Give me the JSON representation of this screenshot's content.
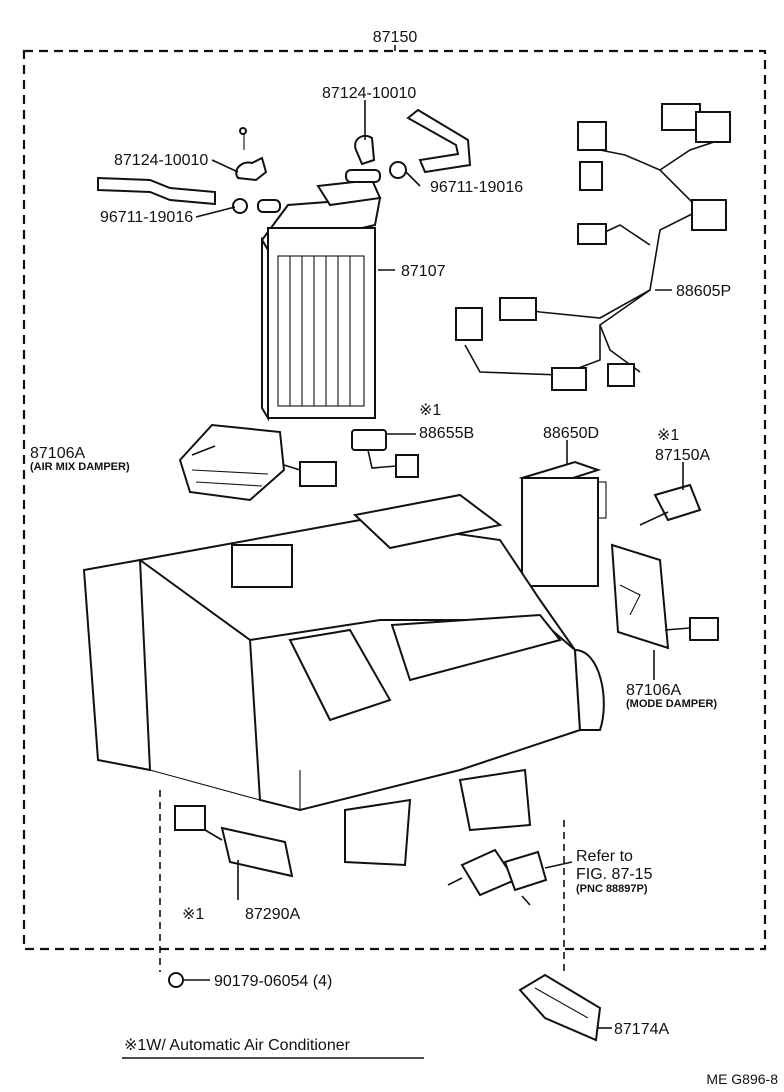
{
  "diagram": {
    "assembly_number": "87150",
    "footnote_text": "※1W/ Automatic Air Conditioner",
    "figure_code": "ME  G896-8",
    "parts": [
      {
        "id": "hose_clamp_top",
        "number": "87124-10010"
      },
      {
        "id": "hose_clamp_left",
        "number": "87124-10010"
      },
      {
        "id": "grommet_right",
        "number": "96711-19016"
      },
      {
        "id": "grommet_left",
        "number": "96711-19016"
      },
      {
        "id": "heater_core",
        "number": "87107"
      },
      {
        "id": "wire_harness",
        "number": "88605P"
      },
      {
        "id": "air_mix_damper",
        "number": "87106A",
        "note": "(AIR MIX DAMPER)"
      },
      {
        "id": "sensor_88655b",
        "number": "88655B",
        "marker": "※1"
      },
      {
        "id": "amplifier",
        "number": "88650D"
      },
      {
        "id": "servo_87150a",
        "number": "87150A",
        "marker": "※1"
      },
      {
        "id": "mode_damper",
        "number": "87106A",
        "note": "(MODE DAMPER)"
      },
      {
        "id": "servo_87290a",
        "number": "87290A",
        "marker": "※1"
      },
      {
        "id": "nut",
        "number": "90179-06054 (4)"
      },
      {
        "id": "duct_87174a",
        "number": "87174A"
      },
      {
        "id": "refer_note",
        "line1": "Refer to",
        "line2": "FIG. 87-15",
        "line3": "(PNC 88897P)"
      }
    ]
  }
}
